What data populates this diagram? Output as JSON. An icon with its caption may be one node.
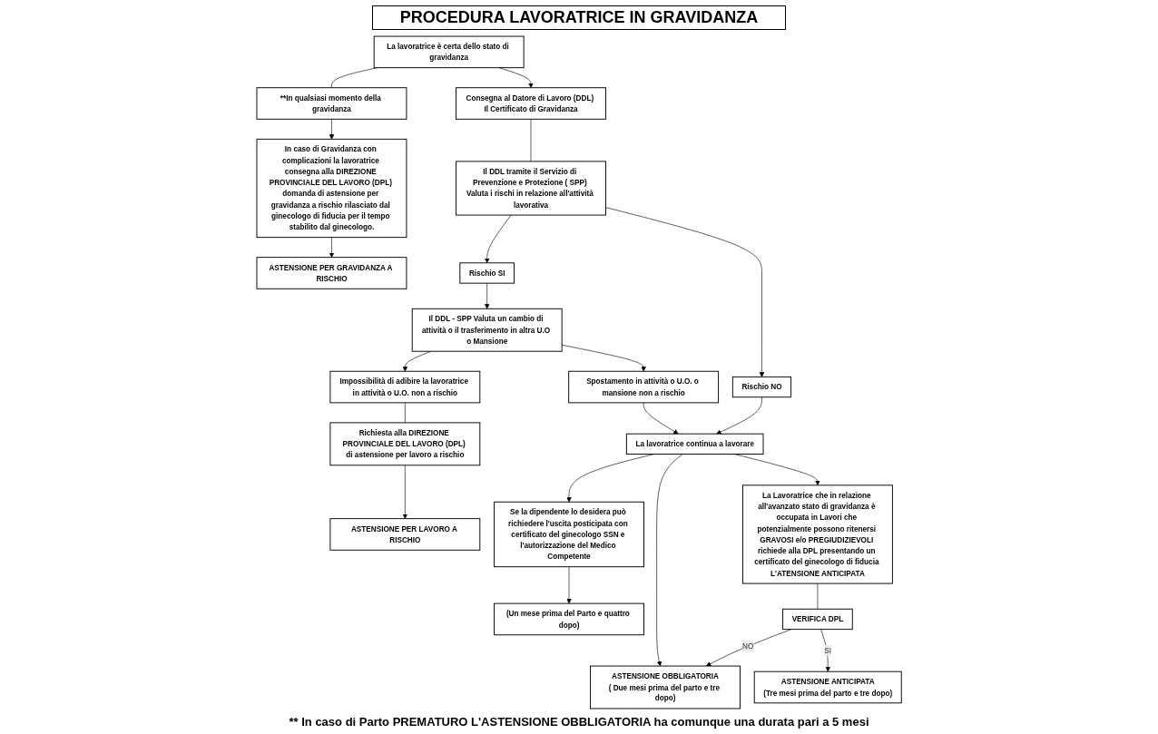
{
  "diagram": {
    "title": "PROCEDURA LAVORATRICE IN GRAVIDANZA",
    "caption": "** In caso di Parto PREMATURO L'ASTENSIONE OBBLIGATORIA ha comunque una durata pari a 5 mesi",
    "nodes": [
      {
        "text": [
          "La lavoratrice è certa dello stato di gravidanza"
        ]
      },
      {
        "text": [
          "**In qualsiasi momento della gravidanza"
        ]
      },
      {
        "text": [
          "In caso di Gravidanza con complicazioni la lavoratrice consegna alla DIREZIONE PROVINCIALE DEL LAVORO (DPL) domanda di astensione per gravidanza a rischio rilasciato dal ginecologo di fiducia per il tempo stabilito dal ginecologo."
        ]
      },
      {
        "text": [
          "Consegna al Datore di Lavoro (DDL) Il Certificato di Gravidanza"
        ]
      },
      {
        "text": [
          "Il DDL tramite il Servizio di Prevenzione e Protezione ( SPP) Valuta i rischi in relazione all'attività lavorativa"
        ]
      },
      {
        "text": [
          "Rischio SI"
        ]
      },
      {
        "text": [
          "Rischio NO"
        ]
      },
      {
        "text": [
          "Il DDL - SPP Valuta un cambio di attività o il trasferimento in altra U.O o Mansione"
        ]
      },
      {
        "text": [
          "La lavoratrice continua a lavorare"
        ]
      },
      {
        "text": [
          "Impossibilità di adibire la lavoratrice in attività o U.O. non a rischio"
        ]
      },
      {
        "text": [
          "Spostamento in attività o U.O. o mansione non a rischio"
        ]
      },
      {
        "text": [
          "Richiesta alla DIREZIONE PROVINCIALE DEL LAVORO (DPL) di astensione per lavoro a rischio"
        ]
      },
      {
        "text": [
          "Se la dipendente lo desidera può richiedere l'uscita posticipata con certificato del ginecologo SSN e l'autorizzazione del Medico Competente"
        ]
      },
      {
        "text": [
          "La Lavoratrice che in relazione all'avanzato stato di gravidanza è occupata in Lavori che potenzialmente possono ritenersi GRAVOSI e/o PREGIUDIZIEVOLI richiede alla DPL presentando un certificato del ginecologo di fiducia L'ATENSIONE ANTICIPATA"
        ]
      },
      {
        "text": [
          "VERIFICA DPL"
        ]
      },
      {
        "text": [
          "ASTENSIONE PER GRAVIDANZA A RISCHIO"
        ]
      },
      {
        "text": [
          "ASTENSIONE PER LAVORO A RISCHIO"
        ]
      },
      {
        "text": [
          "(Un mese prima del Parto e quattro dopo)"
        ]
      },
      {
        "text": [
          "ASTENSIONE OBBLIGATORIA",
          "( Due mesi prima del parto e tre dopo)"
        ]
      },
      {
        "text": [
          "ASTENSIONE ANTICIPATA",
          "(Tre mesi prima del parto e tre dopo)"
        ]
      }
    ],
    "edges": [
      {
        "from": 0,
        "to": 1,
        "arrow": "none"
      },
      {
        "from": 1,
        "to": 2,
        "arrow": "to"
      },
      {
        "from": 0,
        "to": 3,
        "arrow": "to"
      },
      {
        "from": 3,
        "to": 4,
        "arrow": "none"
      },
      {
        "from": 4,
        "to": 5,
        "arrow": "to"
      },
      {
        "from": 4,
        "to": 6,
        "arrow": "to"
      },
      {
        "from": 5,
        "to": 7,
        "arrow": "to"
      },
      {
        "from": 6,
        "to": 8,
        "arrow": "to"
      },
      {
        "from": 7,
        "to": 9,
        "arrow": "to"
      },
      {
        "from": 7,
        "to": 10,
        "arrow": "to"
      },
      {
        "from": 10,
        "to": 8,
        "arrow": "to"
      },
      {
        "from": 8,
        "to": 12,
        "arrow": "to"
      },
      {
        "from": 8,
        "to": 18,
        "arrow": "to"
      },
      {
        "from": 8,
        "to": 13,
        "arrow": "to"
      },
      {
        "from": 9,
        "to": 11,
        "arrow": "none"
      },
      {
        "from": 2,
        "to": 15,
        "arrow": "to"
      },
      {
        "from": 11,
        "to": 16,
        "arrow": "to"
      },
      {
        "from": 12,
        "to": 17,
        "arrow": "to"
      },
      {
        "from": 13,
        "to": 14,
        "arrow": "none"
      },
      {
        "from": 14,
        "to": 18,
        "arrow": "to",
        "label": "NO"
      },
      {
        "from": 14,
        "to": 19,
        "arrow": "to",
        "label": "SI"
      }
    ]
  }
}
